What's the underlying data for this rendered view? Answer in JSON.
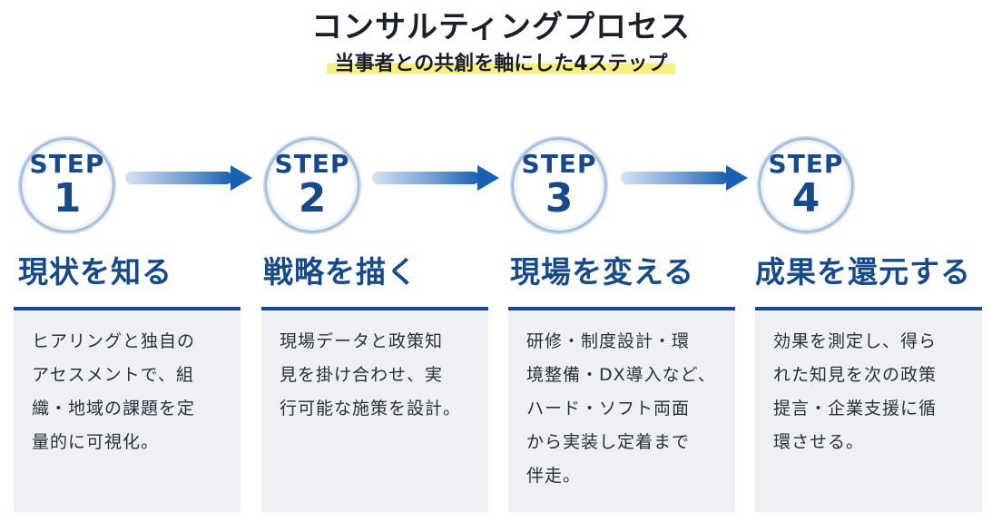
{
  "title": "コンサルティングプロセス",
  "subtitle": "当事者との共創を軸にした4ステップ",
  "steps": [
    {
      "word": "STEP",
      "number": "1",
      "heading": "現状を知る",
      "description": "ヒアリングと独自の\nアセスメントで、組\n織・地域の課題を定\n量的に可視化。"
    },
    {
      "word": "STEP",
      "number": "2",
      "heading": "戦略を描く",
      "description": "現場データと政策知\n見を掛け合わせ、実\n行可能な施策を設計。"
    },
    {
      "word": "STEP",
      "number": "3",
      "heading": "現場を変える",
      "description": "研修・制度設計・環\n境整備・DX導入など、\nハード・ソフト両面\nから実装し定着まで\n伴走。"
    },
    {
      "word": "STEP",
      "number": "4",
      "heading": "成果を還元する",
      "description": "効果を測定し、得ら\nれた知見を次の政策\n提言・企業支援に循\n環させる。"
    }
  ],
  "colors": {
    "primary": "#164a8a",
    "arrow": "#1760b3",
    "highlight": "#f7ef86",
    "card_bg": "#eef0f3"
  }
}
